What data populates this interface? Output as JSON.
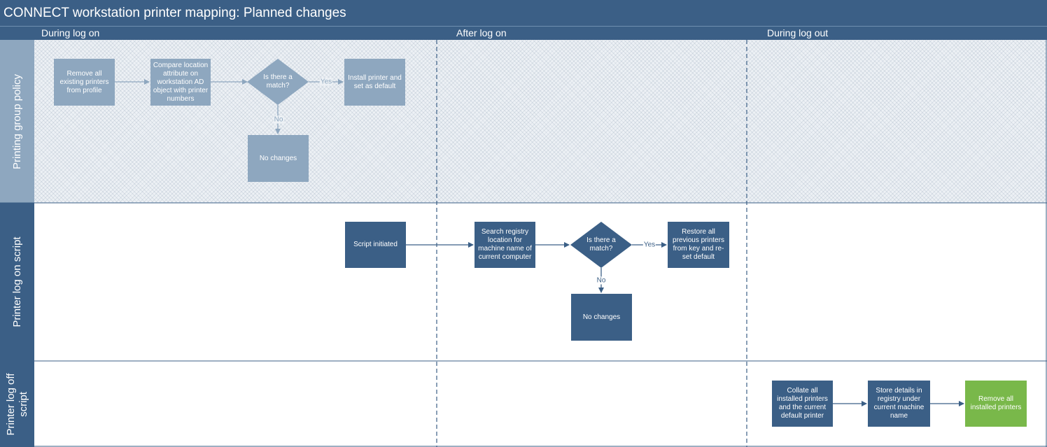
{
  "title": "CONNECT workstation printer mapping: Planned changes",
  "phases": [
    "During log on",
    "After log on",
    "During log out"
  ],
  "lanes": [
    "Printing group policy",
    "Printer log on script",
    "Printer log off script"
  ],
  "lane1": {
    "step1": "Remove all existing printers from profile",
    "step2": "Compare location attribute on workstation AD object with printer numbers",
    "decision": "Is there a match?",
    "yes_action": "Install printer and set as default",
    "no_action": "No changes",
    "yes_label": "Yes",
    "no_label": "No"
  },
  "lane2": {
    "step1": "Script initiated",
    "step2": "Search registry location for machine name of current computer",
    "decision": "Is there a match?",
    "yes_action": "Restore all previous printers from key and re-set default",
    "no_action": "No changes",
    "yes_label": "Yes",
    "no_label": "No"
  },
  "lane3": {
    "step1": "Collate all installed printers and the current default printer",
    "step2": "Store details in registry under current machine name",
    "step3": "Remove all installed printers"
  },
  "colors": {
    "primary": "#3b5f86",
    "faded": "#8ea7bf",
    "highlight": "#79b84a"
  }
}
